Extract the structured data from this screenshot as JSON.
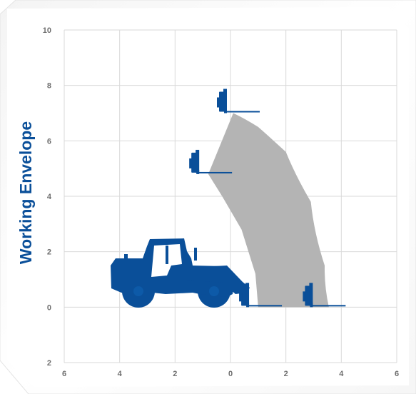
{
  "title": "Working Envelope",
  "chart_data": {
    "type": "area",
    "title": "Working Envelope",
    "xlabel": "",
    "ylabel": "Working Envelope",
    "x_ticks": [
      "6",
      "4",
      "2",
      "0",
      "2",
      "4",
      "6"
    ],
    "y_ticks": [
      "10",
      "8",
      "6",
      "4",
      "2",
      "0",
      "2"
    ],
    "xlim": [
      -6,
      6
    ],
    "ylim": [
      -2,
      10
    ],
    "grid": true,
    "envelope_outer": [
      [
        0.1,
        7.0
      ],
      [
        1.0,
        6.5
      ],
      [
        2.0,
        5.6
      ],
      [
        2.9,
        3.8
      ],
      [
        3.4,
        1.5
      ],
      [
        3.55,
        0.0
      ]
    ],
    "envelope_inner": [
      [
        -0.8,
        4.8
      ],
      [
        -0.3,
        4.0
      ],
      [
        0.4,
        2.8
      ],
      [
        0.9,
        1.2
      ],
      [
        1.0,
        0.0
      ]
    ],
    "attachment_positions": [
      [
        0.0,
        7.0
      ],
      [
        -1.0,
        4.8
      ],
      [
        0.8,
        0.0
      ],
      [
        3.1,
        0.0
      ]
    ],
    "colors": {
      "envelope": "#b4b4b4",
      "machine": "#0a4f99",
      "grid": "#d9d9d9",
      "title": "#0a4f99",
      "ticks": "#6e6e6e"
    },
    "icons": [
      "telehandler-icon",
      "fork-carriage-icon"
    ]
  }
}
